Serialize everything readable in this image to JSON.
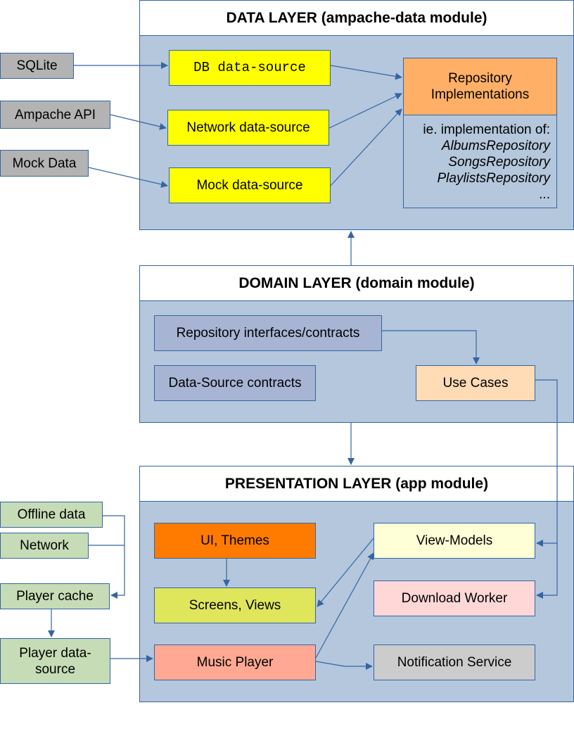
{
  "data_layer": {
    "title": "DATA LAYER (ampache-data module)",
    "db_source": "DB data-source",
    "network_source": "Network data-source",
    "mock_source": "Mock data-source",
    "repo_impl_title": "Repository Implementations",
    "repo_impl_intro": "ie. implementation of:",
    "repo_impl_items": [
      "AlbumsRepository",
      "SongsRepository",
      "PlaylistsRepository",
      "..."
    ]
  },
  "external_sources": {
    "sqlite": "SQLite",
    "ampache_api": "Ampache API",
    "mock_data": "Mock Data"
  },
  "domain_layer": {
    "title": "DOMAIN LAYER (domain module)",
    "repo_interfaces": "Repository interfaces/contracts",
    "datasource_contracts": "Data-Source contracts",
    "use_cases": "Use Cases"
  },
  "presentation_layer": {
    "title": "PRESENTATION LAYER (app module)",
    "ui_themes": "UI, Themes",
    "screens_views": "Screens, Views",
    "music_player": "Music Player",
    "view_models": "View-Models",
    "download_worker": "Download Worker",
    "notification_service": "Notification Service"
  },
  "player_sources": {
    "offline_data": "Offline data",
    "network": "Network",
    "player_cache": "Player cache",
    "player_datasource": "Player data-source"
  },
  "colors": {
    "layer_fill": "#b4c7dc",
    "connector": "#3465a4",
    "datasource_fill": "#ffff00",
    "external_fill": "#b3b3b3",
    "player_source_fill": "#c6dcb6"
  }
}
